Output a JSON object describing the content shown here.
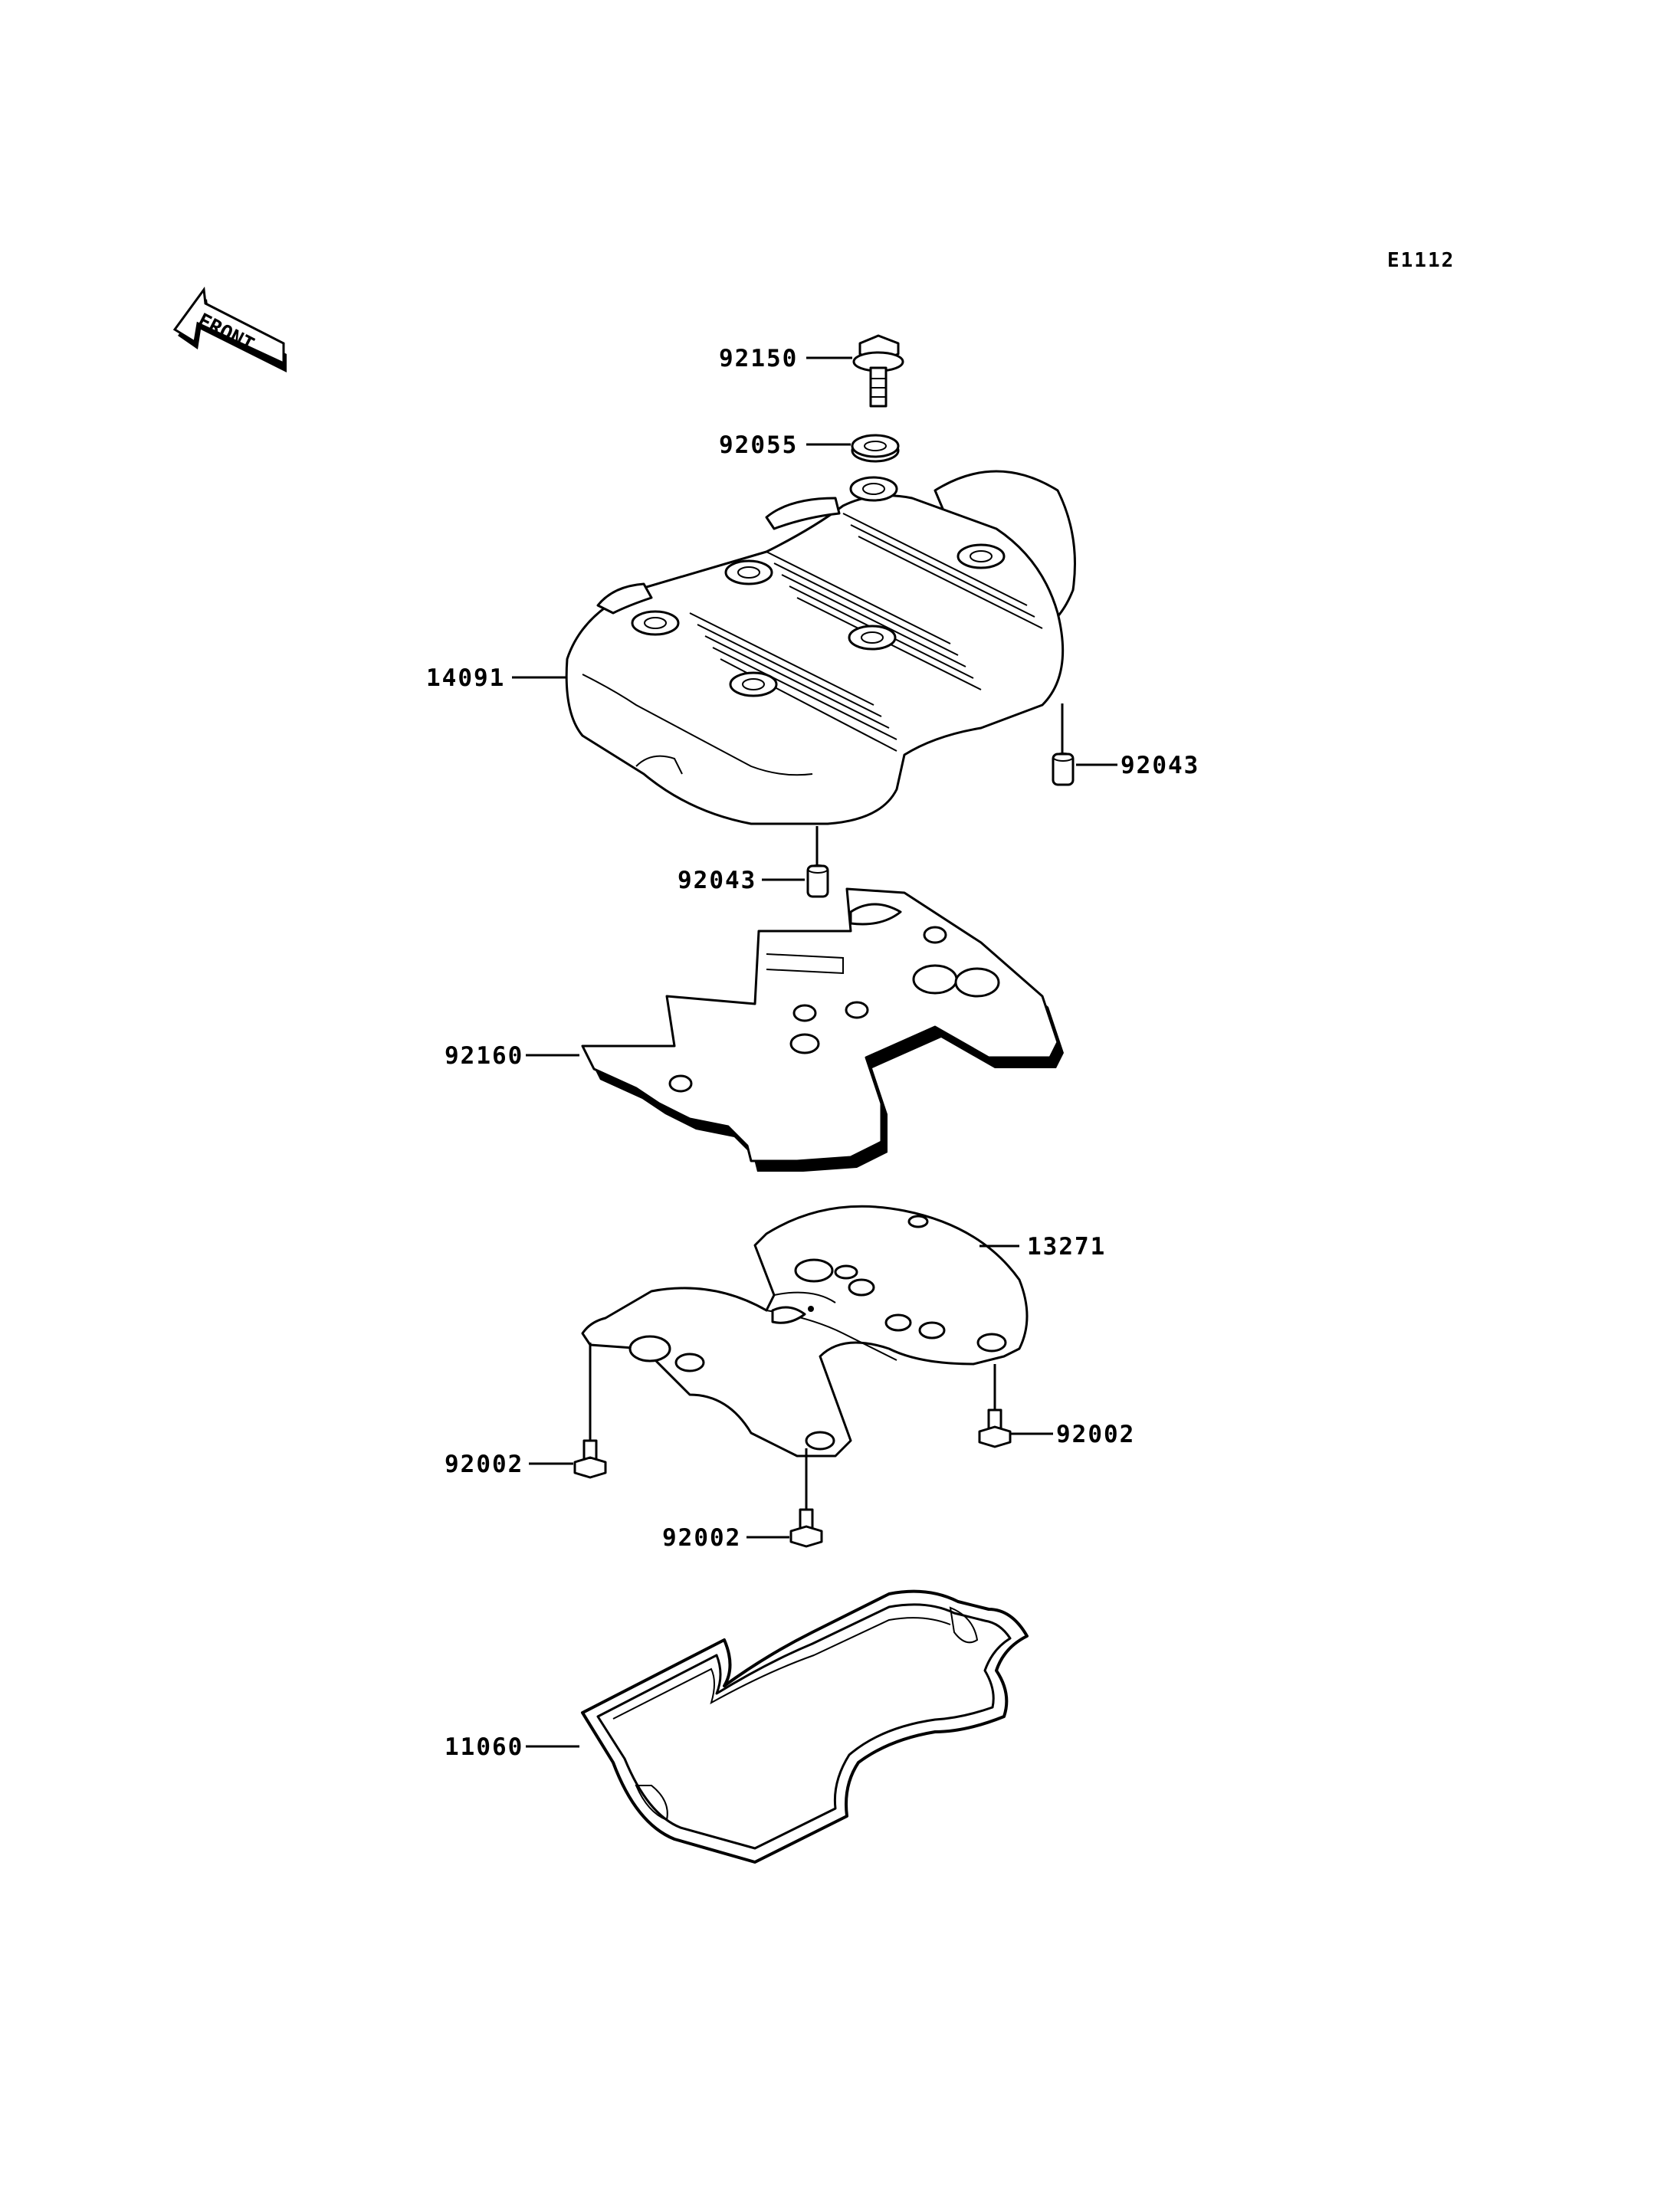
{
  "diagram_code": "E1112",
  "front_label": "FRONT",
  "callouts": [
    {
      "id": "bolt-top",
      "part_no": "92150"
    },
    {
      "id": "washer-top",
      "part_no": "92055"
    },
    {
      "id": "cover",
      "part_no": "14091"
    },
    {
      "id": "dowel-right",
      "part_no": "92043"
    },
    {
      "id": "dowel-left",
      "part_no": "92043"
    },
    {
      "id": "plate",
      "part_no": "92160"
    },
    {
      "id": "guide",
      "part_no": "13271"
    },
    {
      "id": "bolt-right",
      "part_no": "92002"
    },
    {
      "id": "bolt-left",
      "part_no": "92002"
    },
    {
      "id": "bolt-center",
      "part_no": "92002"
    },
    {
      "id": "gasket",
      "part_no": "11060"
    }
  ]
}
